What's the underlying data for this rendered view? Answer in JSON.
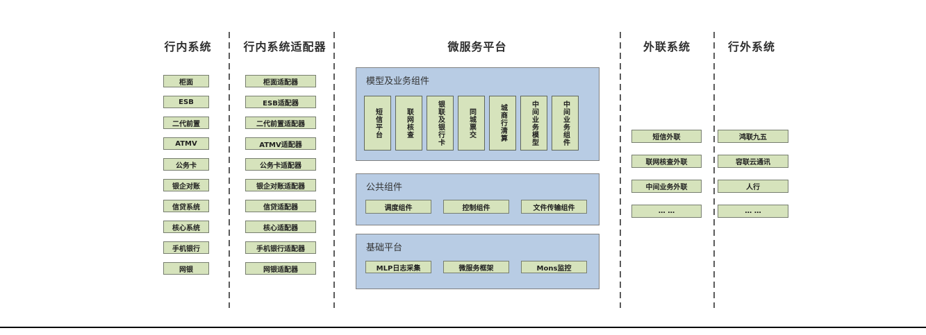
{
  "diagram": {
    "title": "微服务平台",
    "columns": [
      {
        "id": "internal",
        "header": "行内系统",
        "items": [
          "柜面",
          "ESB",
          "二代前置",
          "ATMV",
          "公务卡",
          "银企对账",
          "信贷系统",
          "核心系统",
          "手机银行",
          "网银"
        ]
      },
      {
        "id": "adapters",
        "header": "行内系统适配器",
        "items": [
          "柜面适配器",
          "ESB适配器",
          "二代前置适配器",
          "ATMV适配器",
          "公务卡适配器",
          "银企对账适配器",
          "信贷适配器",
          "核心适配器",
          "手机银行适配器",
          "网银适配器"
        ]
      },
      {
        "id": "platform",
        "header": "微服务平台",
        "panels": [
          {
            "label": "模型及业务组件",
            "items": [
              "短信平台",
              "联网核查",
              "银联及银行卡",
              "同城票交",
              "城商行清算",
              "中间业务模型",
              "中间业务组件"
            ]
          },
          {
            "label": "公共组件",
            "items": [
              "调度组件",
              "控制组件",
              "文件传输组件"
            ]
          },
          {
            "label": "基础平台",
            "items": [
              "MLP日志采集",
              "微服务框架",
              "Mons监控"
            ]
          }
        ]
      },
      {
        "id": "external",
        "header": "外联系统",
        "items": [
          "短信外联",
          "联网核查外联",
          "中间业务外联",
          "… …"
        ]
      },
      {
        "id": "outside",
        "header": "行外系统",
        "items": [
          "鸿联九五",
          "容联云通讯",
          "人行",
          "… …"
        ]
      }
    ],
    "colors": {
      "panel_blue": "#b8cce4",
      "box_green": "#d6e3bc",
      "box_border": "#7f7f7f",
      "divider_dash": "#595959",
      "text": "#1f1f1f"
    }
  }
}
